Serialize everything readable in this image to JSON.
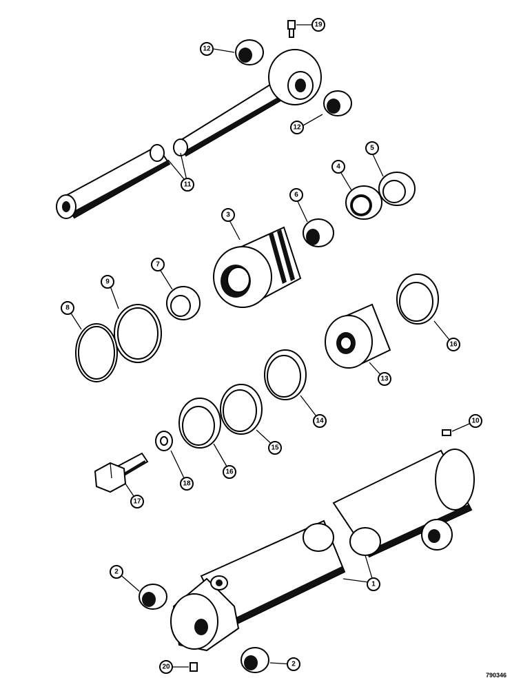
{
  "figure_code": "790346",
  "callouts": [
    {
      "id": "c19",
      "label": "19"
    },
    {
      "id": "c12a",
      "label": "12"
    },
    {
      "id": "c12b",
      "label": "12"
    },
    {
      "id": "c11",
      "label": "11"
    },
    {
      "id": "c5",
      "label": "5"
    },
    {
      "id": "c4",
      "label": "4"
    },
    {
      "id": "c6",
      "label": "6"
    },
    {
      "id": "c3",
      "label": "3"
    },
    {
      "id": "c7",
      "label": "7"
    },
    {
      "id": "c9",
      "label": "9"
    },
    {
      "id": "c8",
      "label": "8"
    },
    {
      "id": "c16a",
      "label": "16"
    },
    {
      "id": "c13",
      "label": "13"
    },
    {
      "id": "c14",
      "label": "14"
    },
    {
      "id": "c15",
      "label": "15"
    },
    {
      "id": "c16b",
      "label": "16"
    },
    {
      "id": "c18",
      "label": "18"
    },
    {
      "id": "c17",
      "label": "17"
    },
    {
      "id": "c10",
      "label": "10"
    },
    {
      "id": "c1",
      "label": "1"
    },
    {
      "id": "c2a",
      "label": "2"
    },
    {
      "id": "c2b",
      "label": "2"
    },
    {
      "id": "c20",
      "label": "20"
    }
  ]
}
